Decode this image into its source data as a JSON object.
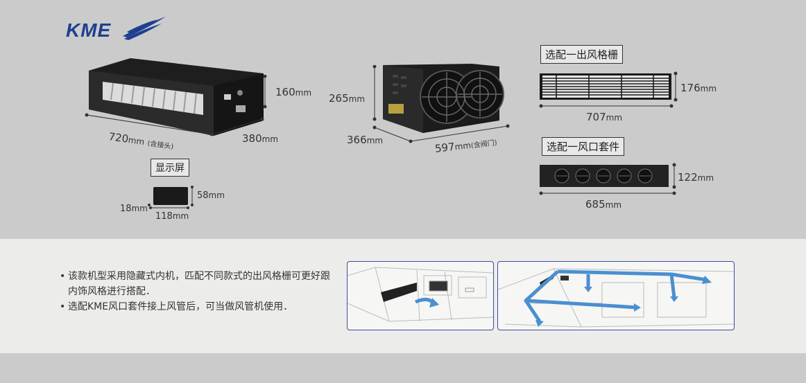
{
  "brand": {
    "logo_text": "KME"
  },
  "unit_main": {
    "height": "160",
    "height_unit": "mm",
    "length": "720",
    "length_unit": "mm",
    "length_note": "(含接头)",
    "depth": "380",
    "depth_unit": "mm"
  },
  "display": {
    "label": "显示屏",
    "height": "58",
    "height_unit": "mm",
    "width": "118",
    "width_unit": "mm",
    "depth": "18",
    "depth_unit": "mm"
  },
  "condenser": {
    "height": "265",
    "height_unit": "mm",
    "depth": "366",
    "depth_unit": "mm",
    "length": "597",
    "length_unit": "mm",
    "length_note": "(含阀门)"
  },
  "grille": {
    "label": "选配一出风格栅",
    "height": "176",
    "height_unit": "mm",
    "width": "707",
    "width_unit": "mm"
  },
  "duct_kit": {
    "label": "选配一风口套件",
    "height": "122",
    "height_unit": "mm",
    "width": "685",
    "width_unit": "mm"
  },
  "notes": [
    "该款机型采用隐藏式内机，匹配不同款式的出风格栅可更好跟内饰风格进行搭配．",
    "选配KME风口套件接上风管后，可当做风管机使用．"
  ],
  "colors": {
    "brand_blue": "#1d3f8f",
    "airflow_blue": "#4a8fd0"
  }
}
